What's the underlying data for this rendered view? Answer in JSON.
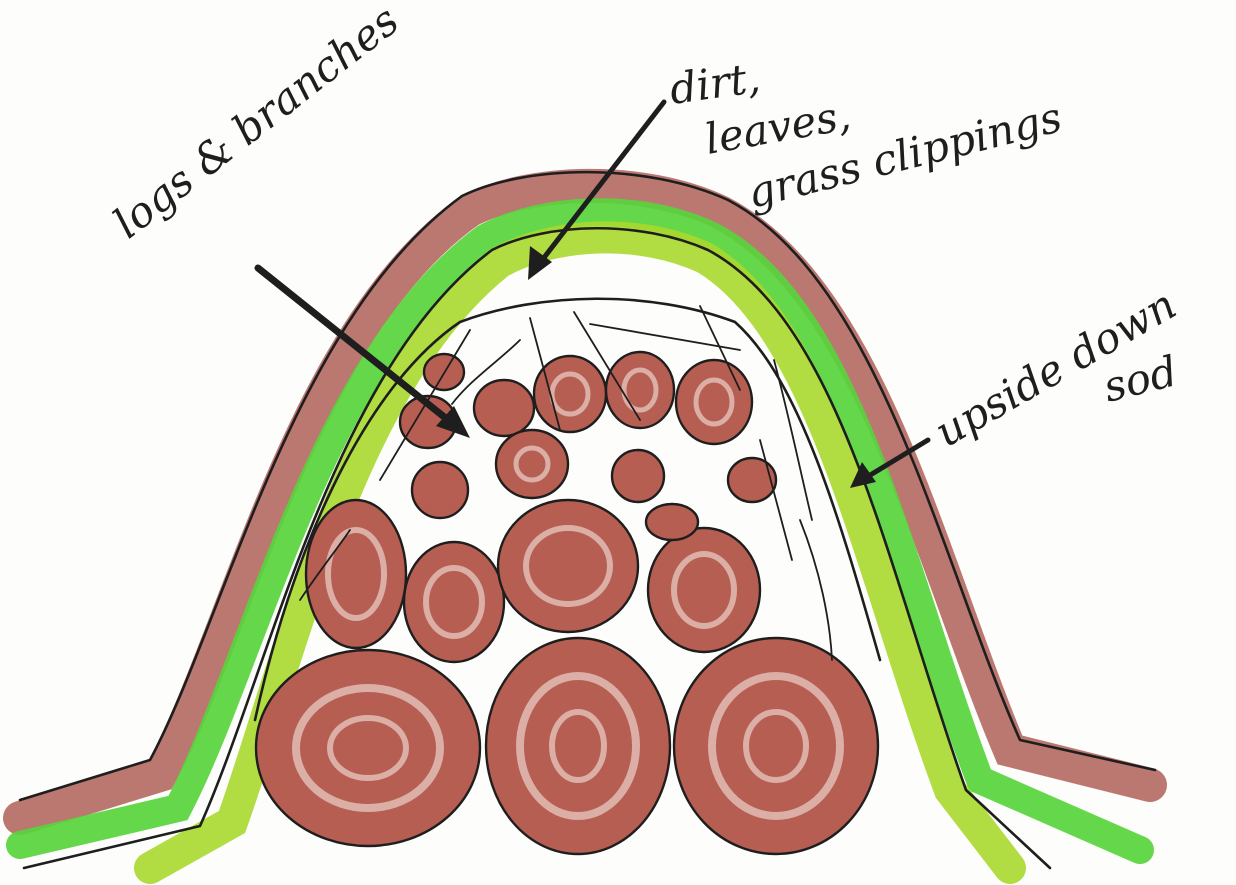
{
  "labels": {
    "logs": "logs & branches",
    "dirt": "dirt,",
    "leaves": "leaves,",
    "grass": "grass clippings",
    "upside": "upside down",
    "sod": "sod"
  },
  "colors": {
    "soil": "#a8524a",
    "grass_bright": "#58d43c",
    "grass_yellow": "#a9d82e",
    "ink": "#1e1e1e",
    "background": "#fdfdfb"
  }
}
